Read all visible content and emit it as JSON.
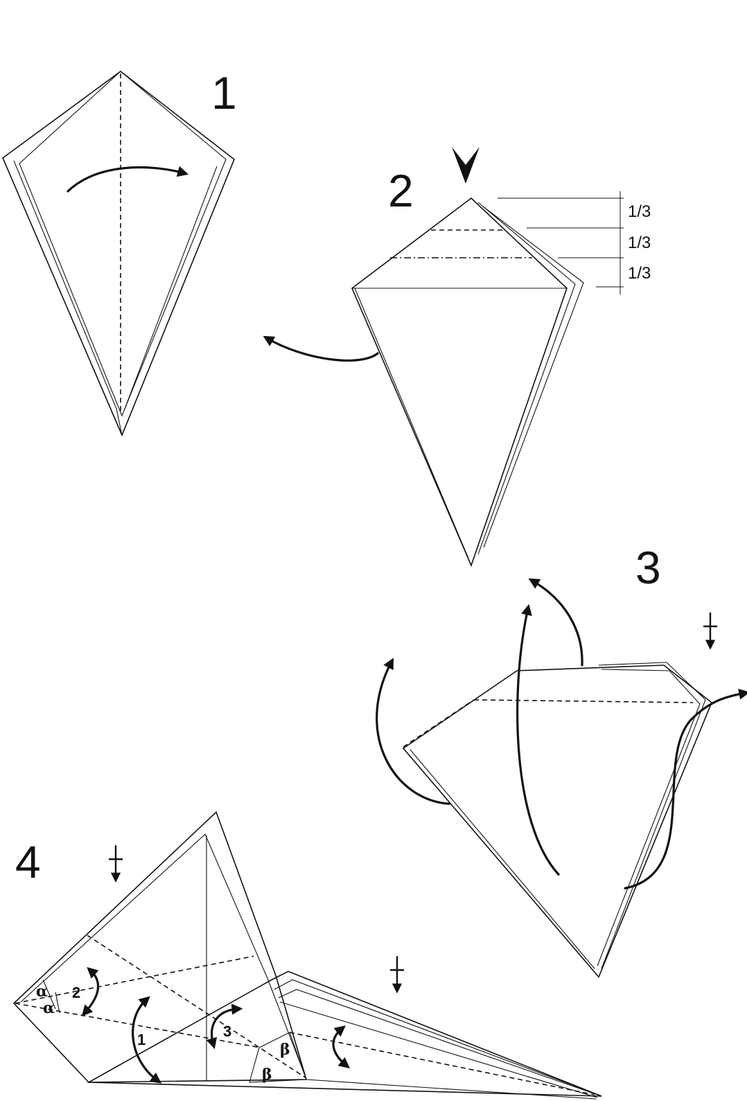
{
  "steps": {
    "step1": "1",
    "step2": "2",
    "step3": "3",
    "step4": "4"
  },
  "fractions": [
    "1/3",
    "1/3",
    "1/3"
  ],
  "step4_labels": {
    "alpha_top": "α",
    "alpha_bottom": "α",
    "fold_1": "1",
    "fold_2": "2",
    "fold_3": "3",
    "beta_top": "β",
    "beta_bottom": "β"
  }
}
